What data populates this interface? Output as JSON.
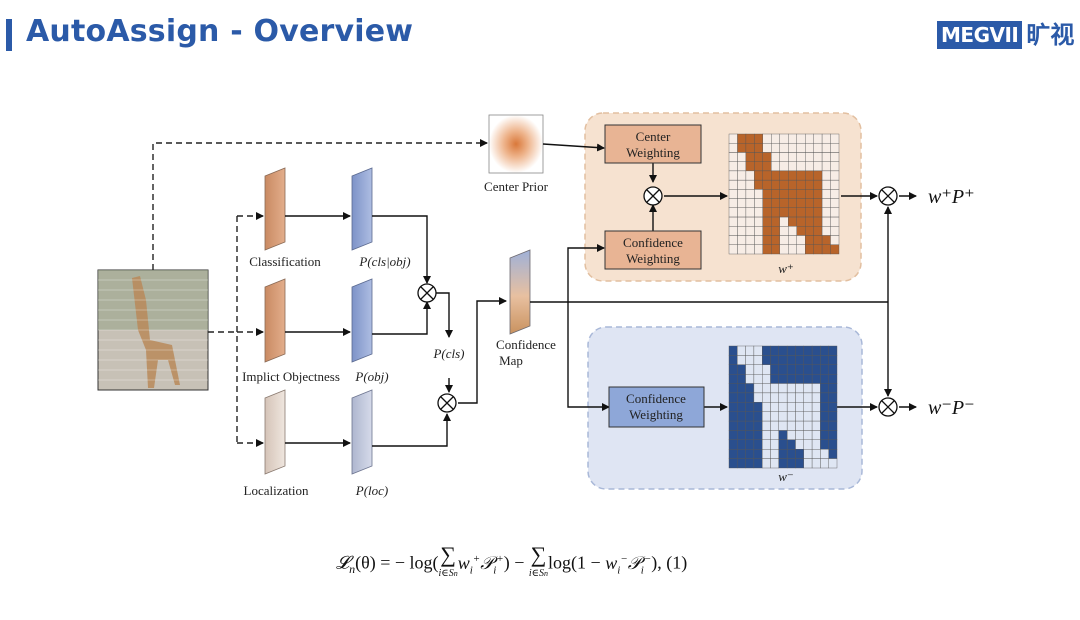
{
  "slide": {
    "title": "AutoAssign - Overview",
    "logo_text": "MEGVII",
    "logo_cn": "旷视"
  },
  "diagram": {
    "center_prior_label": "Center Prior",
    "branches": {
      "classification": "Classification",
      "objectness": "Implict Objectness",
      "localization": "Localization"
    },
    "outputs": {
      "p_cls_obj": "P(cls|obj)",
      "p_obj": "P(obj)",
      "p_loc": "P(loc)",
      "p_cls": "P(cls)"
    },
    "confidence_map_line1": "Confidence",
    "confidence_map_line2": "Map",
    "center_weighting_line1": "Center",
    "center_weighting_line2": "Weighting",
    "conf_weighting_line1": "Confidence",
    "conf_weighting_line2": "Weighting",
    "w_pos_label": "w⁺",
    "w_neg_label": "w⁻",
    "out_pos": "w⁺P⁺",
    "out_neg": "w⁻P⁻",
    "colors": {
      "pos_panel": "#f6e2d0",
      "neg_panel": "#dfe5f3",
      "orange_box": "#e8b494",
      "blue_box": "#8ea7d8",
      "pos_map": "#b8642a",
      "neg_map": "#2a4f8e"
    }
  },
  "equation": {
    "left": "𝓛",
    "sub_n": "n",
    "theta": "(θ) = − log(",
    "sum_sub1": "i∈S",
    "mid": ") − ",
    "log2": "log(1 − ",
    "end": "),  (1)"
  }
}
